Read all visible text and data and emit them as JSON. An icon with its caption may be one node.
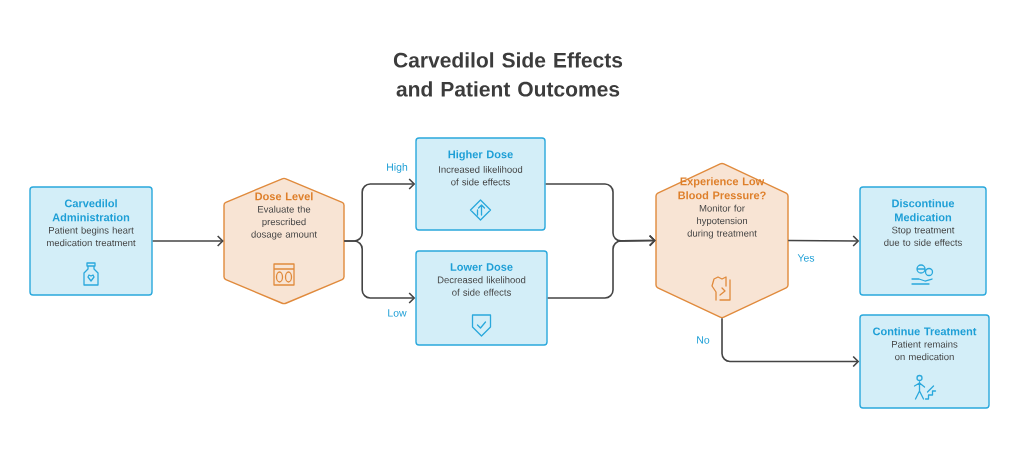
{
  "diagram": {
    "title": "Carvedilol Side Effects and Patient Outcomes",
    "nodes": [
      {
        "text": [
          "Carvedilol Administration",
          "Patient begins heart medication treatment"
        ]
      },
      {
        "text": [
          "Dose Level",
          "Evaluate the prescribed dosage amount"
        ]
      },
      {
        "text": [
          "Higher Dose",
          "Increased likelihood of side effects"
        ]
      },
      {
        "text": [
          "Lower Dose",
          "Decreased likelihood of side effects"
        ]
      },
      {
        "text": [
          "Experience Low Blood Pressure?",
          "Monitor for hypotension during treatment"
        ]
      },
      {
        "text": [
          "Discontinue Medication",
          "Stop treatment due to side effects"
        ]
      },
      {
        "text": [
          "Continue Treatment",
          "Patient remains on medication"
        ]
      }
    ],
    "edges": [
      {
        "from": 0,
        "to": 1,
        "arrow": "to"
      },
      {
        "from": 1,
        "to": 2,
        "arrow": "to",
        "label": "High"
      },
      {
        "from": 1,
        "to": 3,
        "arrow": "to",
        "label": "Low"
      },
      {
        "from": 2,
        "to": 4,
        "arrow": "to"
      },
      {
        "from": 3,
        "to": 4,
        "arrow": "to"
      },
      {
        "from": 4,
        "to": 5,
        "arrow": "to",
        "label": "Yes"
      },
      {
        "from": 4,
        "to": 6,
        "arrow": "to",
        "label": "No"
      }
    ]
  }
}
